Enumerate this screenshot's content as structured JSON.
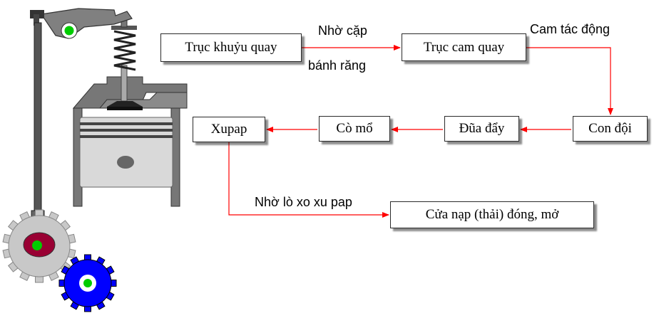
{
  "diagram": {
    "nodes": {
      "crankshaft": "Trục khuỷu quay",
      "camshaft": "Trục cam quay",
      "tappet": "Con đội",
      "pushrod": "Đũa đẩy",
      "rocker_arm": "Cò mổ",
      "valve": "Xupap",
      "port": "Cửa nạp (thải) đóng, mở"
    },
    "edge_labels": {
      "gear_top": "Nhờ cặp",
      "gear_bottom": "bánh răng",
      "cam_action": "Cam tác động",
      "spring": "Nhờ lò xo xu pap"
    },
    "colors": {
      "arrow": "#ff0000",
      "large_gear": "#c8c8c8",
      "small_gear": "#0000ff",
      "cam": "#990033",
      "pivot": "#00cc00"
    },
    "illustration": {
      "icons": [
        "rocker-arm-icon",
        "valve-spring-icon",
        "cylinder-icon",
        "piston-icon",
        "pushrod-icon",
        "crank-gear-icon",
        "cam-gear-icon"
      ]
    }
  }
}
